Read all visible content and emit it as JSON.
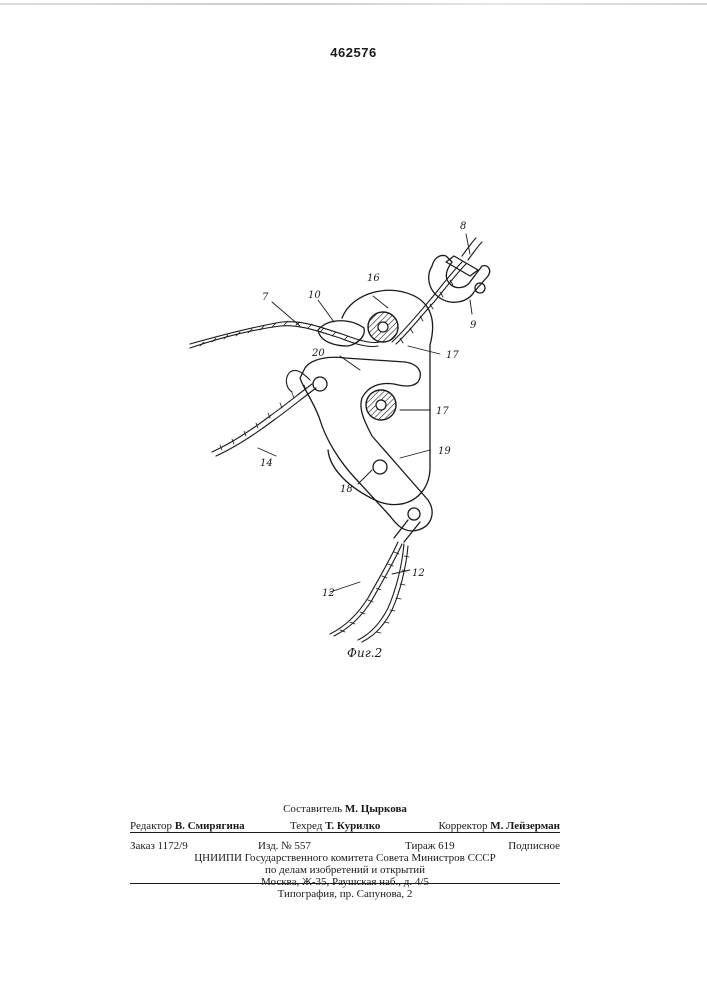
{
  "document": {
    "patent_number": "462576",
    "figure_caption": "Фиг.2",
    "labels": {
      "l7": "7",
      "l8": "8",
      "l9": "9",
      "l10": "10",
      "l12a": "12",
      "l12b": "12",
      "l14": "14",
      "l16": "16",
      "l17a": "17",
      "l17b": "17",
      "l18": "18",
      "l19": "19",
      "l20": "20"
    }
  },
  "imprint": {
    "compiler_role": "Составитель",
    "compiler_name": "М. Цыркова",
    "editor_role": "Редактор",
    "editor_name": "В. Смирягина",
    "techred_role": "Техред",
    "techred_name": "Т. Курилко",
    "corrector_role": "Корректор",
    "corrector_name": "М. Лейзерман",
    "order": "Заказ 1172/9",
    "edition": "Изд. № 557",
    "print_run": "Тираж 619",
    "subscription": "Подписное",
    "org_line1": "ЦНИИПИ Государственного комитета Совета Министров СССР",
    "org_line2": "по делам изобретений и открытий",
    "address": "Москва, Ж-35, Раушская наб., д. 4/5",
    "printer": "Типография, пр. Сапунова, 2"
  }
}
